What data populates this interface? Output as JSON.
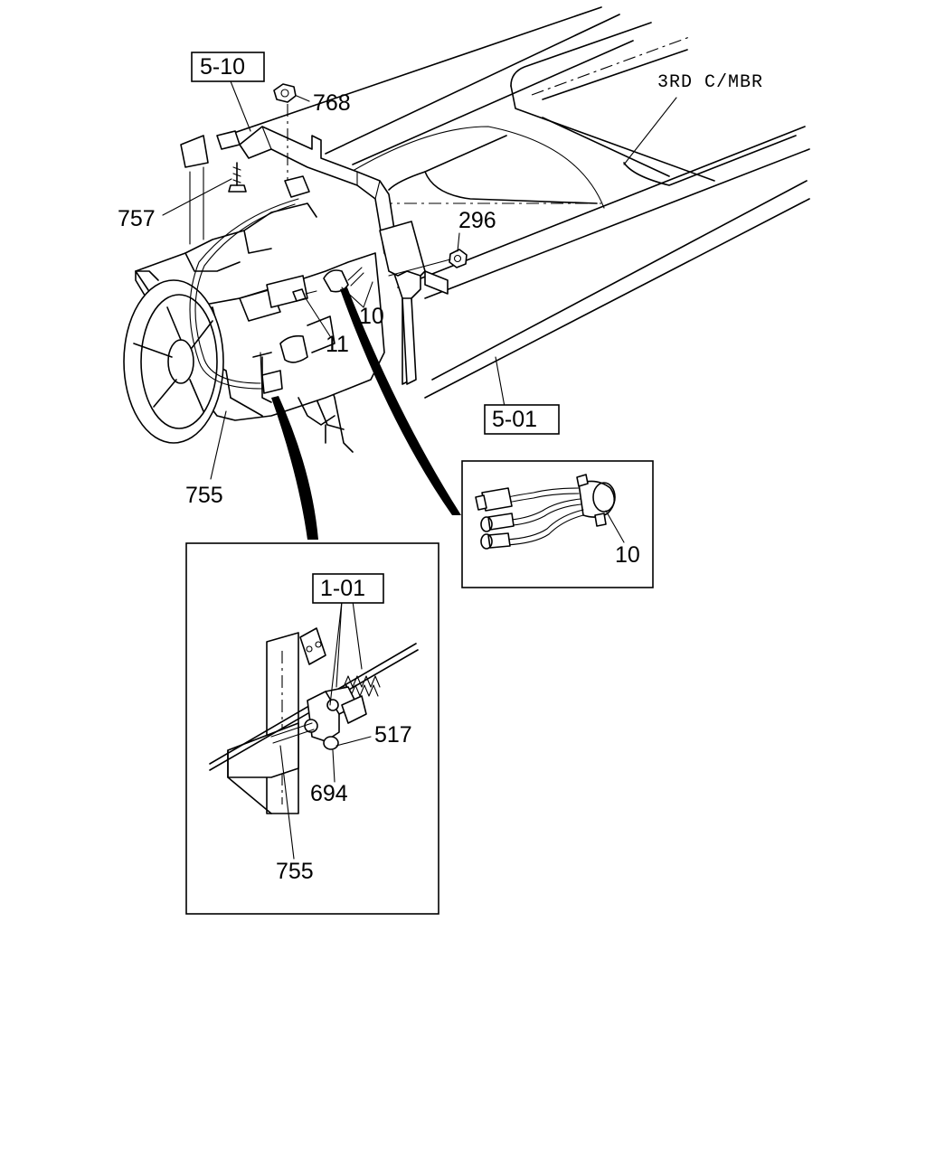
{
  "refs": {
    "ref_5_10": "5-10",
    "ref_5_01": "5-01",
    "ref_1_01": "1-01",
    "crossmember": "3RD C/MBR"
  },
  "parts": {
    "p768": "768",
    "p757": "757",
    "p296": "296",
    "p10_main": "10",
    "p11": "11",
    "p755_main": "755",
    "p10_detail": "10",
    "p517": "517",
    "p694": "694",
    "p755_detail": "755"
  }
}
